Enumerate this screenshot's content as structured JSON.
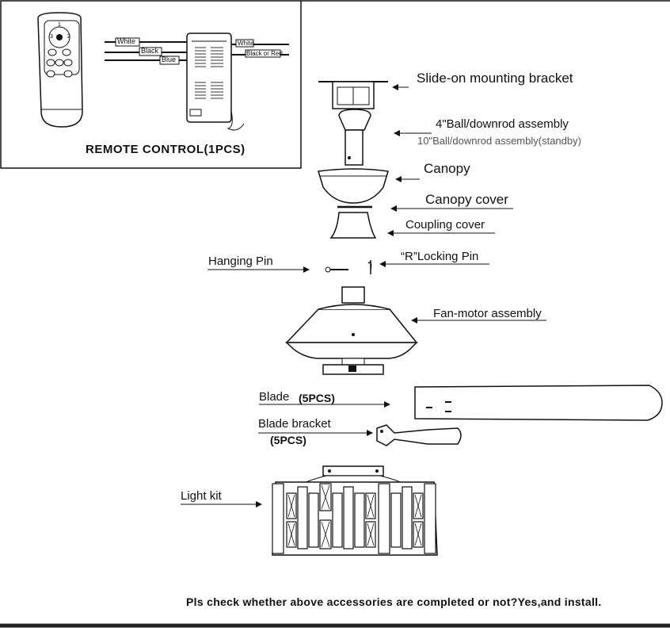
{
  "remote_box": {
    "title": "REMOTE CONTROL(1PCS)",
    "wire_labels": [
      "White",
      "Black",
      "Blue"
    ],
    "receiver_labels": [
      "White",
      "Black or Red"
    ]
  },
  "parts": {
    "slide_on_bracket": "Slide-on mounting bracket",
    "ball_downrod": "4\"Ball/downrod assembly",
    "ball_downrod_standby": "10\"Ball/downrod assembly(standby)",
    "canopy": "Canopy",
    "canopy_cover": "Canopy cover",
    "coupling_cover": "Coupling cover",
    "hanging_pin": "Hanging Pin",
    "r_locking_pin": "“R”Locking Pin",
    "fan_motor": "Fan-motor assembly",
    "blade": "Blade",
    "blade_qty": "(5PCS)",
    "blade_bracket": "Blade bracket",
    "blade_bracket_qty": "(5PCS)",
    "light_kit": "Light kit"
  },
  "footer": {
    "note": "Pls check whether above accessories are completed or not?Yes,and install."
  }
}
